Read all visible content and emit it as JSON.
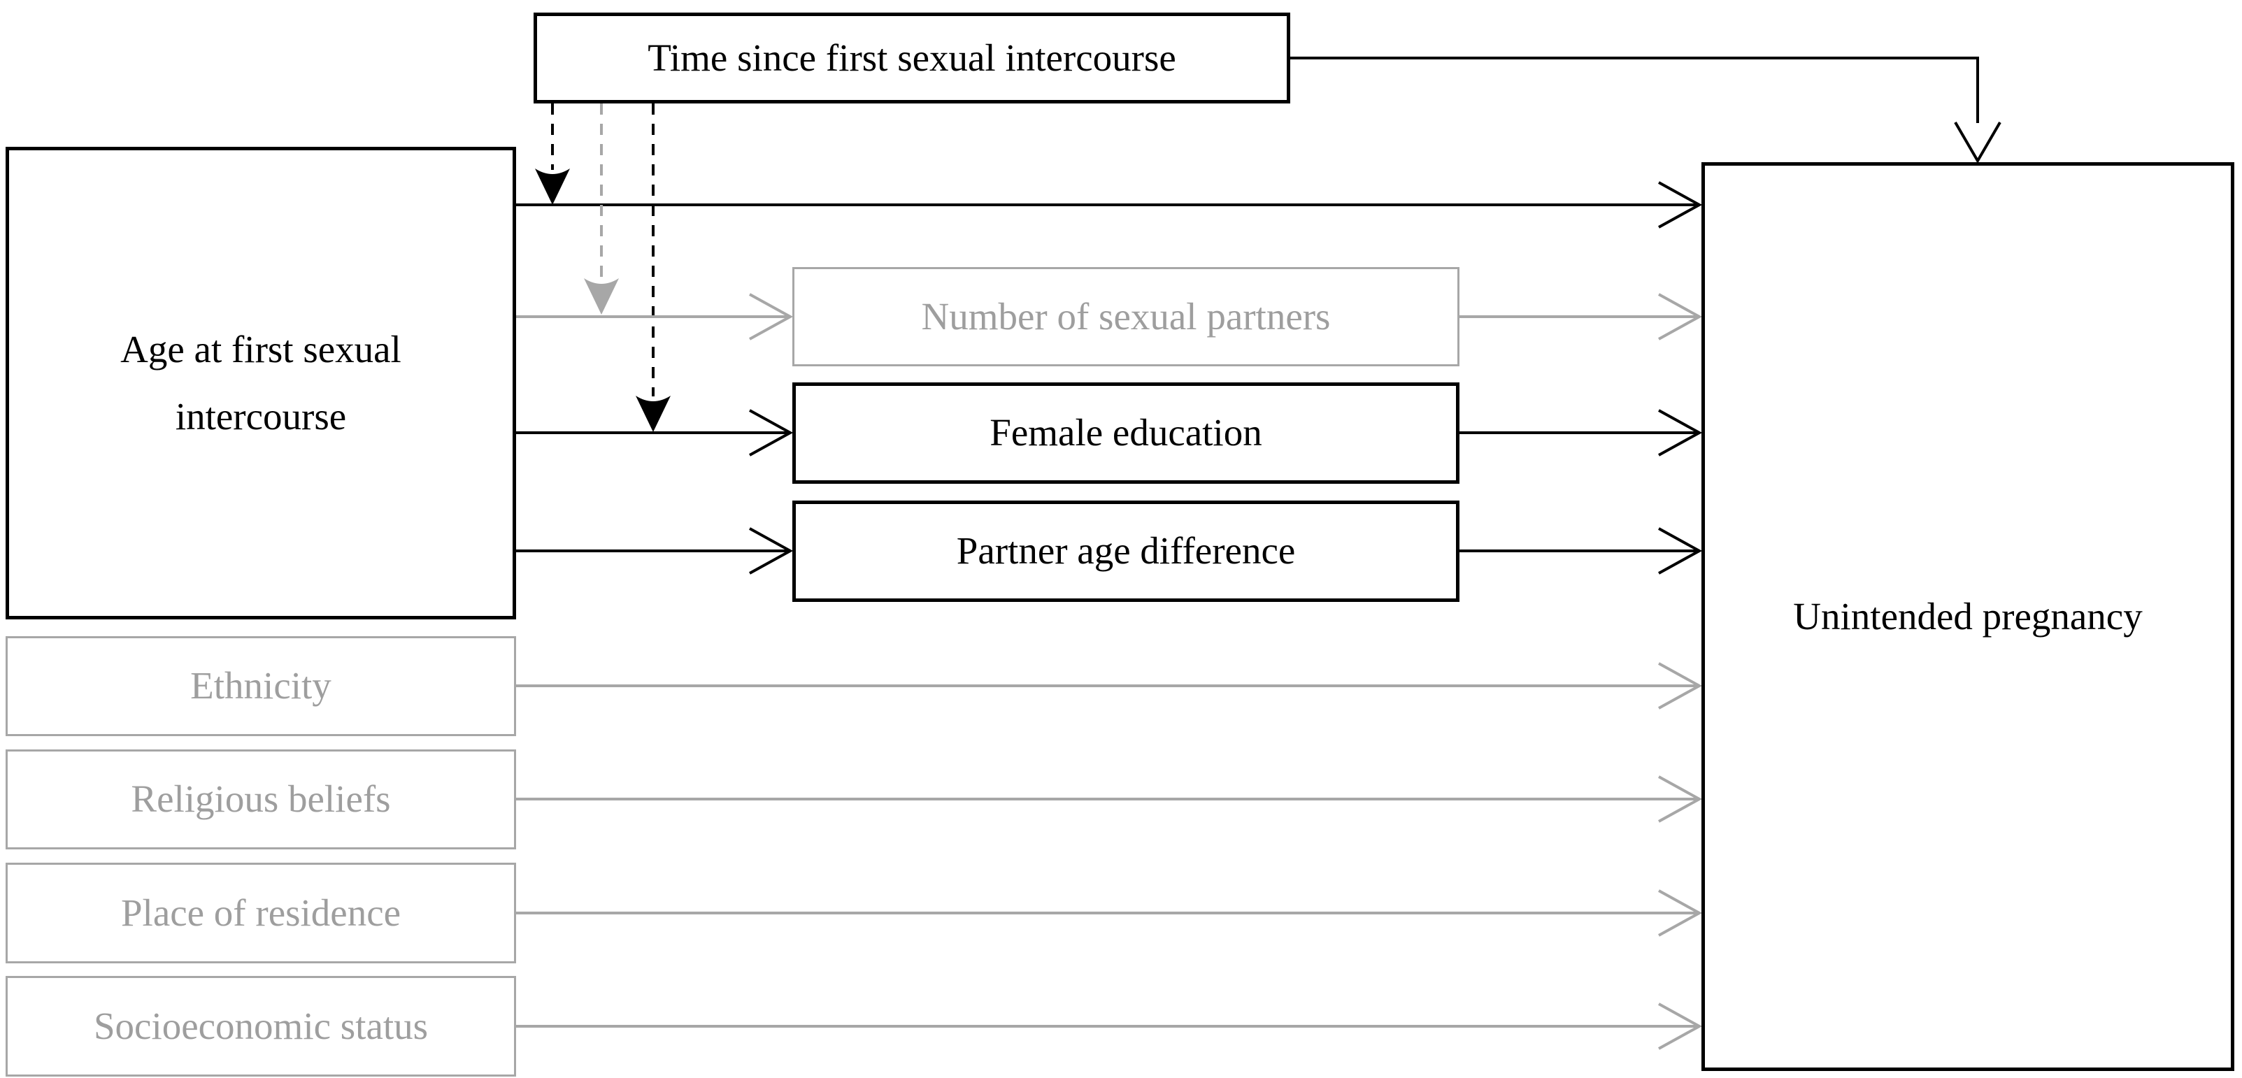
{
  "diagram": {
    "background": "#ffffff",
    "palette": {
      "emphasized": "#000000",
      "deemphasized_line": "#a7a7a7",
      "deemphasized_text": "#9e9e9e"
    },
    "nodes": {
      "time": {
        "label": "Time since first sexual intercourse",
        "style": "black"
      },
      "age": {
        "label": "Age at first sexual intercourse",
        "style": "black"
      },
      "partners": {
        "label": "Number of sexual partners",
        "style": "gray"
      },
      "education": {
        "label": "Female education",
        "style": "black"
      },
      "agediff": {
        "label": "Partner age difference",
        "style": "black"
      },
      "pregnancy": {
        "label": "Unintended pregnancy",
        "style": "black"
      },
      "ethnicity": {
        "label": "Ethnicity",
        "style": "gray"
      },
      "religion": {
        "label": "Religious beliefs",
        "style": "gray"
      },
      "residence": {
        "label": "Place of residence",
        "style": "gray"
      },
      "ses": {
        "label": "Socioeconomic status",
        "style": "gray"
      }
    },
    "edges": [
      {
        "from": "time",
        "to": "pregnancy",
        "line": "solid",
        "color": "black",
        "head": "open-chevron"
      },
      {
        "from": "time",
        "to": "path age-to-pregnancy",
        "line": "dashed",
        "color": "black",
        "head": "filled"
      },
      {
        "from": "time",
        "to": "path age-to-partners",
        "line": "dashed",
        "color": "gray",
        "head": "filled"
      },
      {
        "from": "time",
        "to": "path age-to-education",
        "line": "dashed",
        "color": "black",
        "head": "filled"
      },
      {
        "from": "age",
        "to": "pregnancy",
        "line": "solid",
        "color": "black",
        "head": "open-chevron"
      },
      {
        "from": "age",
        "to": "partners",
        "line": "solid",
        "color": "gray",
        "head": "open-chevron"
      },
      {
        "from": "age",
        "to": "education",
        "line": "solid",
        "color": "black",
        "head": "open-chevron"
      },
      {
        "from": "age",
        "to": "agediff",
        "line": "solid",
        "color": "black",
        "head": "open-chevron"
      },
      {
        "from": "partners",
        "to": "pregnancy",
        "line": "solid",
        "color": "gray",
        "head": "open-chevron"
      },
      {
        "from": "education",
        "to": "pregnancy",
        "line": "solid",
        "color": "black",
        "head": "open-chevron"
      },
      {
        "from": "agediff",
        "to": "pregnancy",
        "line": "solid",
        "color": "black",
        "head": "open-chevron"
      },
      {
        "from": "ethnicity",
        "to": "pregnancy",
        "line": "solid",
        "color": "gray",
        "head": "open-chevron"
      },
      {
        "from": "religion",
        "to": "pregnancy",
        "line": "solid",
        "color": "gray",
        "head": "open-chevron"
      },
      {
        "from": "residence",
        "to": "pregnancy",
        "line": "solid",
        "color": "gray",
        "head": "open-chevron"
      },
      {
        "from": "ses",
        "to": "pregnancy",
        "line": "solid",
        "color": "gray",
        "head": "open-chevron"
      }
    ]
  }
}
